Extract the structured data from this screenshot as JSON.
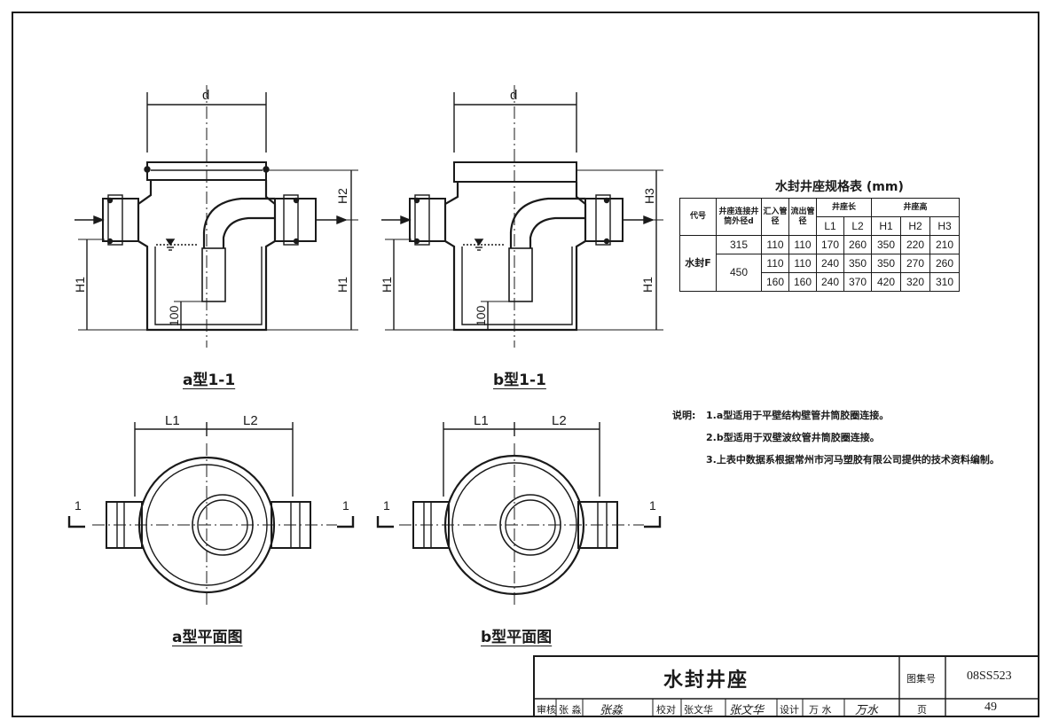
{
  "sections": {
    "a_section": "a型1-1",
    "b_section": "b型1-1",
    "a_plan": "a型平面图",
    "b_plan": "b型平面图"
  },
  "dims": {
    "d": "d",
    "H1": "H1",
    "H2": "H2",
    "H3": "H3",
    "depth_100": "100",
    "L1": "L1",
    "L2": "L2",
    "cut_mark": "1"
  },
  "spec_table": {
    "title": "水封井座规格表 (mm)",
    "headers": {
      "code": "代号",
      "outer_dia": "井座连接井筒外径d",
      "inlet": "汇入管径",
      "outlet": "流出管径",
      "length_group": "井座长",
      "height_group": "井座高",
      "L1": "L1",
      "L2": "L2",
      "H1": "H1",
      "H2": "H2",
      "H3": "H3"
    },
    "code_value": "水封F",
    "rows": [
      {
        "d": "315",
        "inlet": "110",
        "outlet": "110",
        "L1": "170",
        "L2": "260",
        "H1": "350",
        "H2": "220",
        "H3": "210"
      },
      {
        "d": "450",
        "inlet": "110",
        "outlet": "110",
        "L1": "240",
        "L2": "350",
        "H1": "350",
        "H2": "270",
        "H3": "260"
      },
      {
        "d": "",
        "inlet": "160",
        "outlet": "160",
        "L1": "240",
        "L2": "370",
        "H1": "420",
        "H2": "320",
        "H3": "310"
      }
    ]
  },
  "notes": {
    "label": "说明:",
    "items": [
      "1.a型适用于平壁结构壁管井筒胶圈连接。",
      "2.b型适用于双壁波纹管井筒胶圈连接。",
      "3.上表中数据系根据常州市河马塑胶有限公司提供的技术资料编制。"
    ]
  },
  "title_block": {
    "title": "水封井座",
    "atlas_label": "图集号",
    "atlas_no": "08SS523",
    "page_label": "页",
    "page_no": "49",
    "review_label": "审核",
    "reviewer": "张 淼",
    "reviewer_sig": "张淼",
    "check_label": "校对",
    "checker": "张文华",
    "checker_sig": "张文华",
    "design_label": "设计",
    "designer": "万 水",
    "designer_sig": "万水"
  }
}
